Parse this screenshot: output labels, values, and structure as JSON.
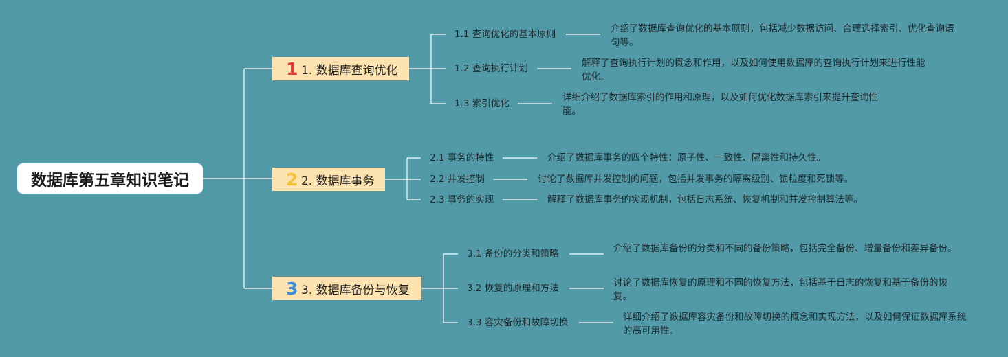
{
  "root": {
    "title": "数据库第五章知识笔记"
  },
  "branches": [
    {
      "number": "1",
      "number_color": "#e03c3c",
      "label": "1. 数据库查询优化",
      "children": [
        {
          "label": "1.1 查询优化的基本原则",
          "desc": "介绍了数据库查询优化的基本原则，包括减少数据访问、合理选择索引、优化查询语句等。"
        },
        {
          "label": "1.2 查询执行计划",
          "desc": "解释了查询执行计划的概念和作用，以及如何使用数据库的查询执行计划来进行性能优化。"
        },
        {
          "label": "1.3 索引优化",
          "desc": "详细介绍了数据库索引的作用和原理，以及如何优化数据库索引来提升查询性能。"
        }
      ]
    },
    {
      "number": "2",
      "number_color": "#f3c43b",
      "label": "2. 数据库事务",
      "children": [
        {
          "label": "2.1 事务的特性",
          "desc": "介绍了数据库事务的四个特性：原子性、一致性、隔离性和持久性。"
        },
        {
          "label": "2.2 并发控制",
          "desc": "讨论了数据库并发控制的问题，包括并发事务的隔离级别、锁粒度和死锁等。"
        },
        {
          "label": "2.3 事务的实现",
          "desc": "解释了数据库事务的实现机制，包括日志系统、恢复机制和并发控制算法等。"
        }
      ]
    },
    {
      "number": "3",
      "number_color": "#3f8fd8",
      "label": "3. 数据库备份与恢复",
      "children": [
        {
          "label": "3.1 备份的分类和策略",
          "desc": "介绍了数据库备份的分类和不同的备份策略，包括完全备份、增量备份和差异备份。"
        },
        {
          "label": "3.2 恢复的原理和方法",
          "desc": "讨论了数据库恢复的原理和不同的恢复方法，包括基于日志的恢复和基于备份的恢复。"
        },
        {
          "label": "3.3 容灾备份和故障切换",
          "desc": "详细介绍了数据库容灾备份和故障切换的概念和实现方法，以及如何保证数据库系统的高可用性。"
        }
      ]
    }
  ]
}
